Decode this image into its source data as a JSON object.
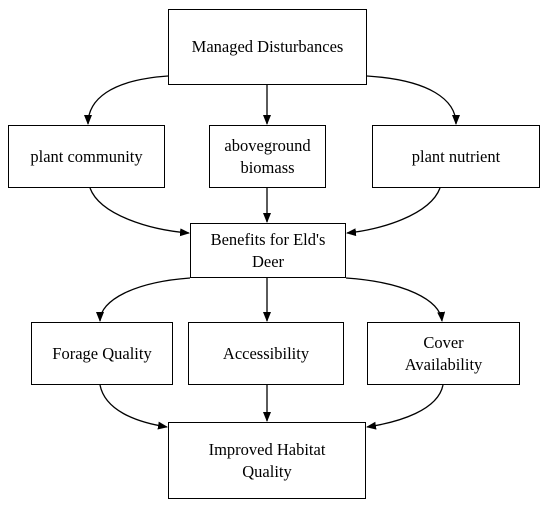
{
  "nodes": {
    "managed": "Managed Disturbances",
    "plant_community": "plant community",
    "aboveground_1": "aboveground",
    "aboveground_2": "biomass",
    "plant_nutrient": "plant nutrient",
    "benefits_1": "Benefits for Eld's",
    "benefits_2": "Deer",
    "forage": "Forage Quality",
    "accessibility": "Accessibility",
    "cover_1": "Cover",
    "cover_2": "Availability",
    "improved_1": "Improved Habitat",
    "improved_2": "Quality"
  },
  "colors": {
    "line": "#000000",
    "background": "#ffffff",
    "text": "#000000"
  }
}
